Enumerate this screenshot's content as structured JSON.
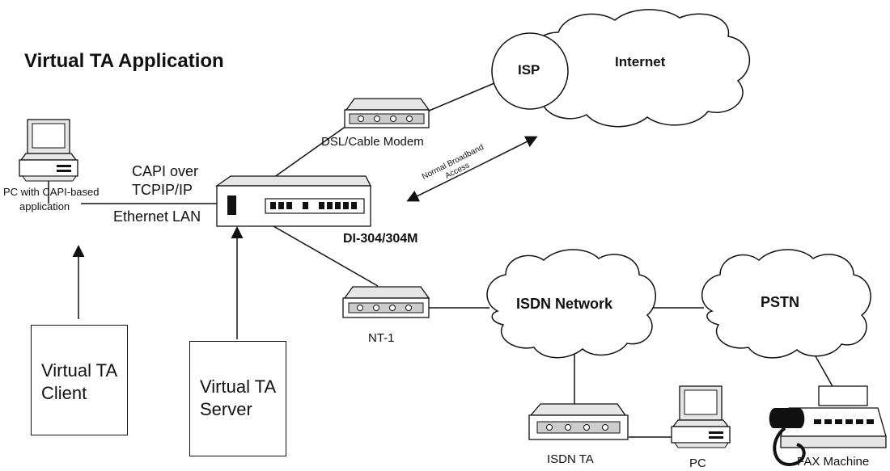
{
  "title": "Virtual TA Application",
  "labels": {
    "isp": "ISP",
    "internet": "Internet",
    "modem": "DSL/Cable Modem",
    "capi_line1": "CAPI over",
    "capi_line2": "TCPIP/IP",
    "ethernet": "Ethernet LAN",
    "pc_line1": "PC with CAPI-based",
    "pc_line2": "application",
    "broadband_line1": "Normal Broadband",
    "broadband_line2": "Access",
    "router": "DI-304/304M",
    "nt1": "NT-1",
    "isdn_network": "ISDN Network",
    "pstn": "PSTN",
    "isdn_ta": "ISDN TA",
    "pc": "PC",
    "fax": "FAX Machine",
    "vta_client_line1": "Virtual TA",
    "vta_client_line2": "Client",
    "vta_server_line1": "Virtual TA",
    "vta_server_line2": "Server"
  },
  "colors": {
    "ink": "#111111",
    "fill": "#e6e6e6",
    "background": "#ffffff"
  }
}
